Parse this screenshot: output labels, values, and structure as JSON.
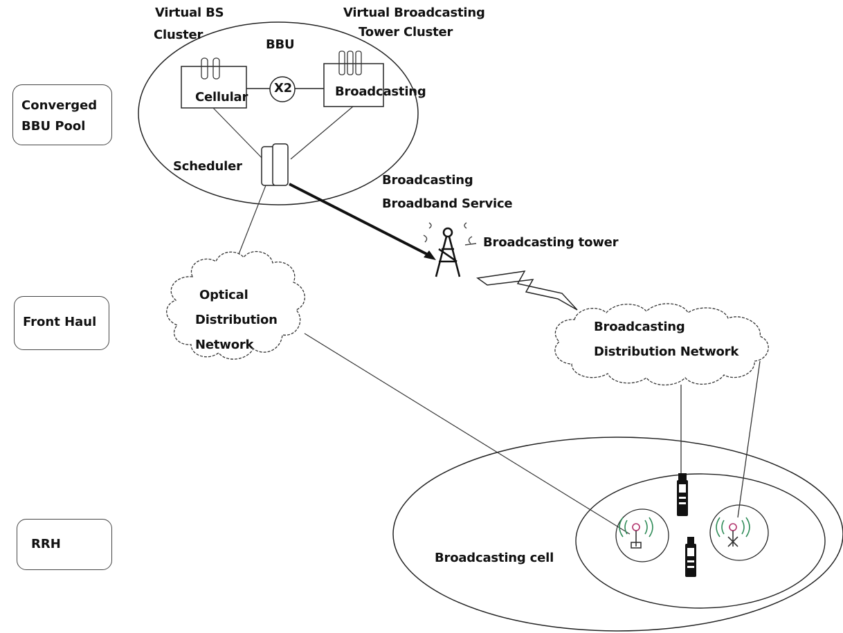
{
  "tiers": {
    "converged_bbu_pool": [
      "Converged",
      "BBU Pool"
    ],
    "front_haul": "Front Haul",
    "rrh": "RRH"
  },
  "bbu": {
    "virtual_bs_cluster": [
      "Virtual BS",
      "Cluster"
    ],
    "virtual_broadcasting_tower_cluster": [
      "Virtual Broadcasting",
      "Tower Cluster"
    ],
    "bbu_label": "BBU",
    "cellular": "Cellular",
    "x2": "X2",
    "broadcasting": "Broadcasting",
    "scheduler": "Scheduler"
  },
  "broadcast": {
    "service": [
      "Broadcasting",
      "Broadband Service"
    ],
    "tower": "Broadcasting tower"
  },
  "networks": {
    "optical": [
      "Optical",
      "Distribution",
      "Network"
    ],
    "broadcasting": [
      "Broadcasting",
      "Distribution Network"
    ]
  },
  "cell": {
    "label": "Broadcasting cell"
  },
  "icons": [
    "server-rack-icon",
    "broadcast-tower-icon",
    "lightning-icon",
    "cloud-icon",
    "antenna-icon",
    "mobile-phone-icon"
  ]
}
